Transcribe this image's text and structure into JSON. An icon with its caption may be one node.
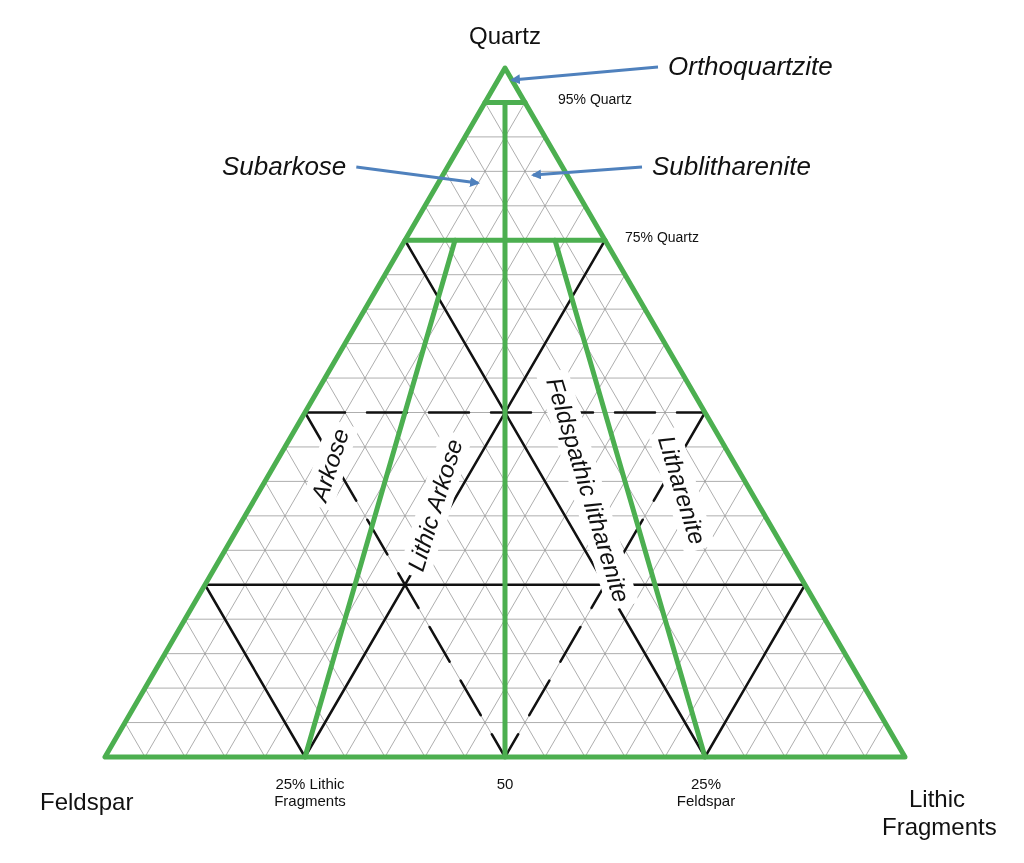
{
  "diagram": {
    "nodes": [
      {
        "text": [
          "Orthoquartzite"
        ]
      },
      {
        "text": [
          "Subarkose"
        ]
      },
      {
        "text": [
          "Sublitharenite"
        ]
      }
    ],
    "edges": [
      {
        "from": 0,
        "to": null,
        "arrow": "to"
      },
      {
        "from": 1,
        "to": null,
        "arrow": "to"
      },
      {
        "from": 2,
        "to": null,
        "arrow": "to"
      }
    ],
    "labels": [
      "Quartz",
      "95% Quartz",
      "75% Quartz",
      "Arkose",
      "Lithic Arkose",
      "Feldspathic litharenite",
      "Litharenite",
      "Feldspar",
      "25% Lithic Fragments",
      "50",
      "25% Feldspar",
      "Lithic Fragments"
    ]
  }
}
